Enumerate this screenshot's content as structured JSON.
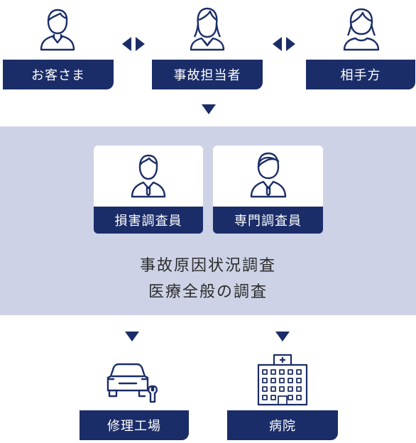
{
  "top_row": [
    {
      "label": "お客さま",
      "icon": "male-person-icon"
    },
    {
      "label": "事故担当者",
      "icon": "female-agent-icon"
    },
    {
      "label": "相手方",
      "icon": "female-person-icon"
    }
  ],
  "investigators": [
    {
      "label": "損害調査員",
      "icon": "male-investigator-icon"
    },
    {
      "label": "専門調査員",
      "icon": "male-expert-icon"
    }
  ],
  "investigation": {
    "line1": "事故原因状況調査",
    "line2": "医療全般の調査"
  },
  "destinations": [
    {
      "label": "修理工場",
      "icon": "car-repair-icon"
    },
    {
      "label": "病院",
      "icon": "hospital-icon"
    }
  ],
  "colors": {
    "navy": "#1b2d68",
    "panel": "#cdd2e6"
  }
}
